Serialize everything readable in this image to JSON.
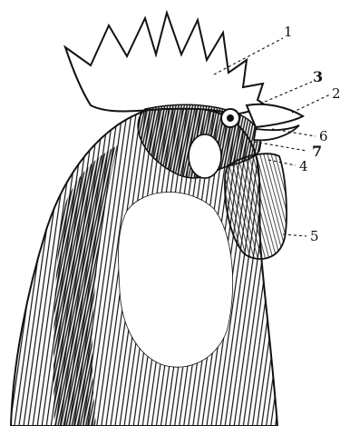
{
  "figure": {
    "subject": "rooster-head",
    "ink_color": "#111111",
    "paper_color": "#ffffff"
  },
  "labels": [
    {
      "id": "1",
      "text": "1",
      "part": "comb"
    },
    {
      "id": "2",
      "text": "2",
      "part": "upper-beak"
    },
    {
      "id": "3",
      "text": "3",
      "part": "nostril"
    },
    {
      "id": "4",
      "text": "4",
      "part": "lower-beak"
    },
    {
      "id": "5",
      "text": "5",
      "part": "wattle"
    },
    {
      "id": "6",
      "text": "6",
      "part": "mouth-corner"
    },
    {
      "id": "7",
      "text": "7",
      "part": "face"
    }
  ]
}
